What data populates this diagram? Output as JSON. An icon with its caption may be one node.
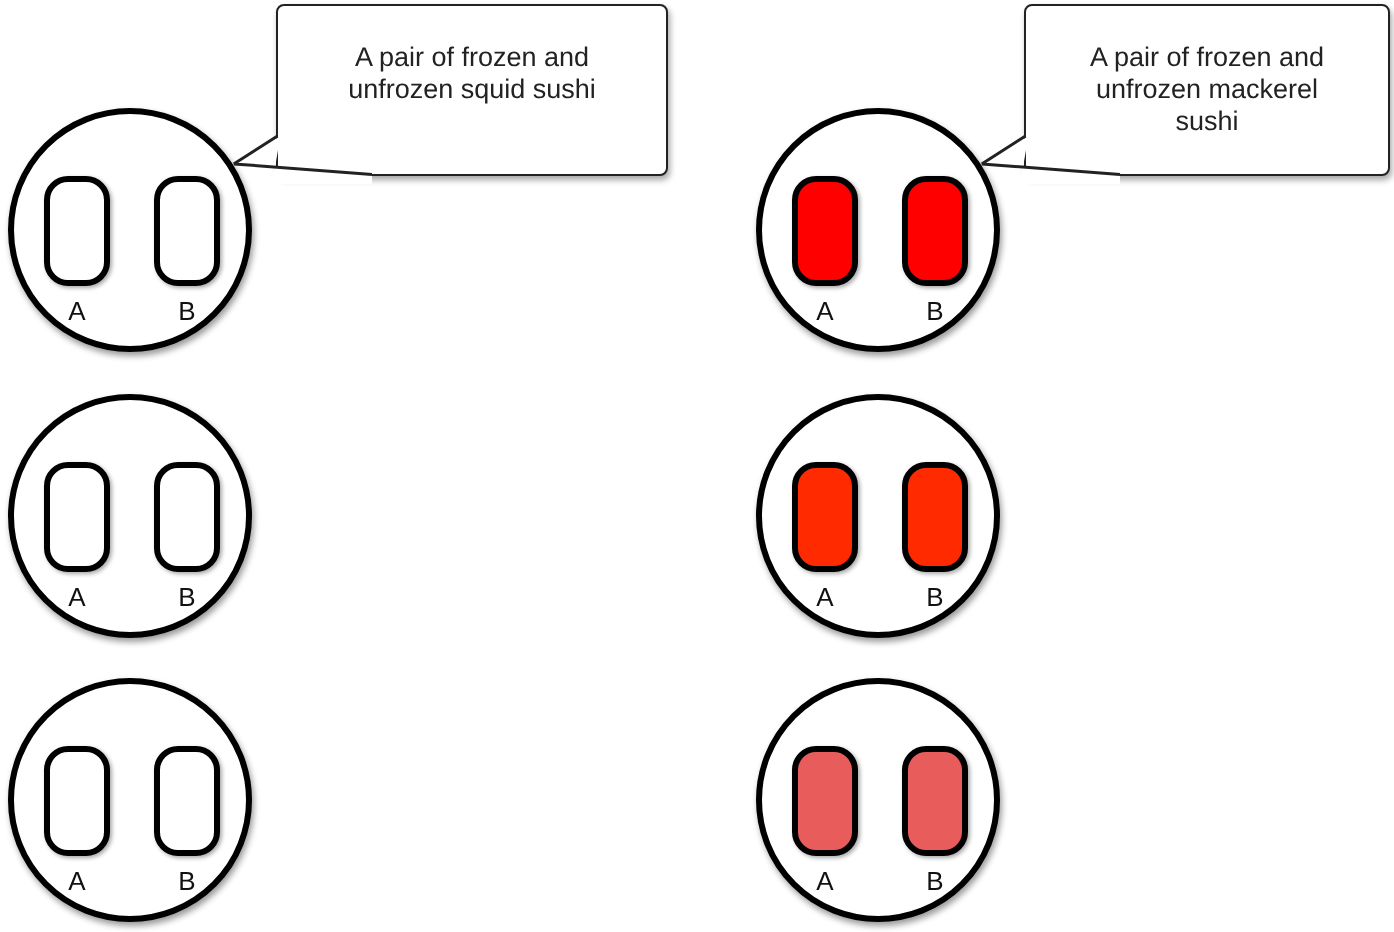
{
  "diagram": {
    "nodes": [
      {
        "text": [
          "A pair of frozen and unfrozen squid sushi"
        ]
      },
      {
        "text": [
          "A pair of frozen and unfrozen mackerel sushi"
        ]
      },
      {
        "text": [],
        "shape": "circle"
      },
      {
        "text": [],
        "shape": "box",
        "in": 2,
        "beside": [
          "A"
        ]
      },
      {
        "text": [],
        "shape": "box",
        "in": 2,
        "beside": [
          "B"
        ]
      },
      {
        "text": [],
        "shape": "circle"
      },
      {
        "text": [],
        "shape": "box",
        "in": 5,
        "beside": [
          "A"
        ]
      },
      {
        "text": [],
        "shape": "box",
        "in": 5,
        "beside": [
          "B"
        ]
      },
      {
        "text": [],
        "shape": "circle"
      },
      {
        "text": [],
        "shape": "box",
        "in": 8,
        "beside": [
          "A"
        ]
      },
      {
        "text": [],
        "shape": "box",
        "in": 8,
        "beside": [
          "B"
        ]
      },
      {
        "text": [],
        "shape": "circle"
      },
      {
        "text": [],
        "shape": "box",
        "in": 11,
        "beside": [
          "A"
        ]
      },
      {
        "text": [],
        "shape": "box",
        "in": 11,
        "beside": [
          "B"
        ]
      },
      {
        "text": [],
        "shape": "circle"
      },
      {
        "text": [],
        "shape": "box",
        "in": 14,
        "beside": [
          "A"
        ]
      },
      {
        "text": [],
        "shape": "box",
        "in": 14,
        "beside": [
          "B"
        ]
      },
      {
        "text": [],
        "shape": "circle"
      },
      {
        "text": [],
        "shape": "box",
        "in": 17,
        "beside": [
          "A"
        ]
      },
      {
        "text": [],
        "shape": "box",
        "in": 17,
        "beside": [
          "B"
        ]
      }
    ],
    "edges": [
      {
        "from": 0,
        "to": 2,
        "arrow": "none"
      },
      {
        "from": 1,
        "to": 5,
        "arrow": "none"
      }
    ]
  }
}
